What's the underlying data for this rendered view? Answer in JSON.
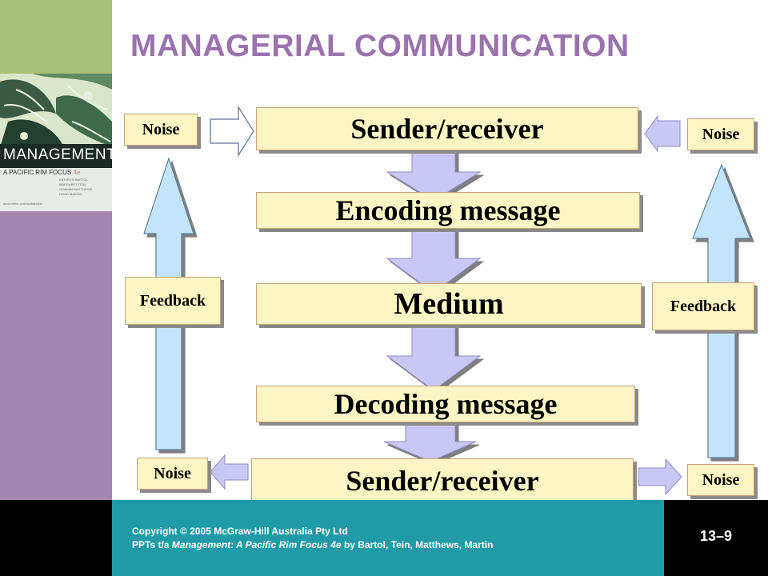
{
  "slide": {
    "title": "MANAGERIAL COMMUNICATION"
  },
  "book_cover": {
    "title": "MANAGEMENT",
    "subtitle_prefix": "A PACIFIC RIM FOCUS",
    "subtitle_edition": "4e",
    "authors": [
      "KATHRYN BARTOL",
      "MARGARET TEIN",
      "GRAHAM MATTHEWS",
      "DAVID MARTIN"
    ],
    "url": "www.mhhe.com/au/bartol4e"
  },
  "diagram": {
    "steps": [
      "Sender/receiver",
      "Encoding message",
      "Medium",
      "Decoding message",
      "Sender/receiver"
    ],
    "noise_label": "Noise",
    "feedback_label": "Feedback"
  },
  "footer": {
    "copyright_line1": "Copyright © 2005 McGraw-Hill Australia Pty Ltd",
    "copyright_line2_prefix": "PPTs t/a ",
    "copyright_line2_title": "Management: A Pacific Rim Focus 4e",
    "copyright_line2_suffix": " by Bartol, Tein, Matthews, Martin",
    "slide_number": "13–9"
  },
  "colors": {
    "title": "#9a73ad",
    "box_fill": "#fdf6c4",
    "box_border": "#c9a078",
    "arrow_fill": "#c9c8f4",
    "feedback_arrow_fill": "#c3e4fb",
    "sidebar_green": "#a9bf7a",
    "sidebar_purple": "#a486b0",
    "footer_teal": "#1f9aa6"
  }
}
